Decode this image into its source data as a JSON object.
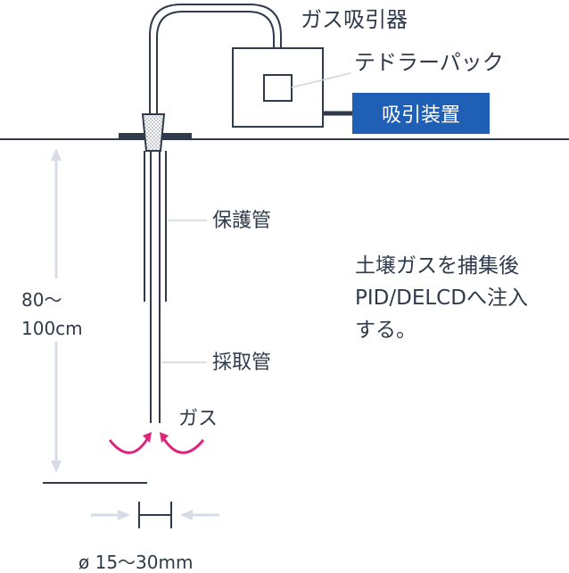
{
  "labels": {
    "gas_sampler": "ガス吸引器",
    "tedlar_pack": "テドラーパック",
    "suction_device": "吸引装置",
    "protection_pipe": "保護管",
    "sampling_pipe": "採取管",
    "gas": "ガス",
    "description_lines": [
      "土壌ガスを捕集後",
      "PID/DELCDへ注入",
      "する。"
    ],
    "depth_lines": [
      "80～",
      "100cm"
    ],
    "diameter": "ø 15～30mm"
  },
  "colors": {
    "line": "#2f3a4a",
    "device_blue": "#1f5fb5",
    "gas_arrow": "#e0237a",
    "dim_arrow": "#d7dde6",
    "leader": "#cfd5de",
    "filter_dots": "#9aa3ae"
  }
}
